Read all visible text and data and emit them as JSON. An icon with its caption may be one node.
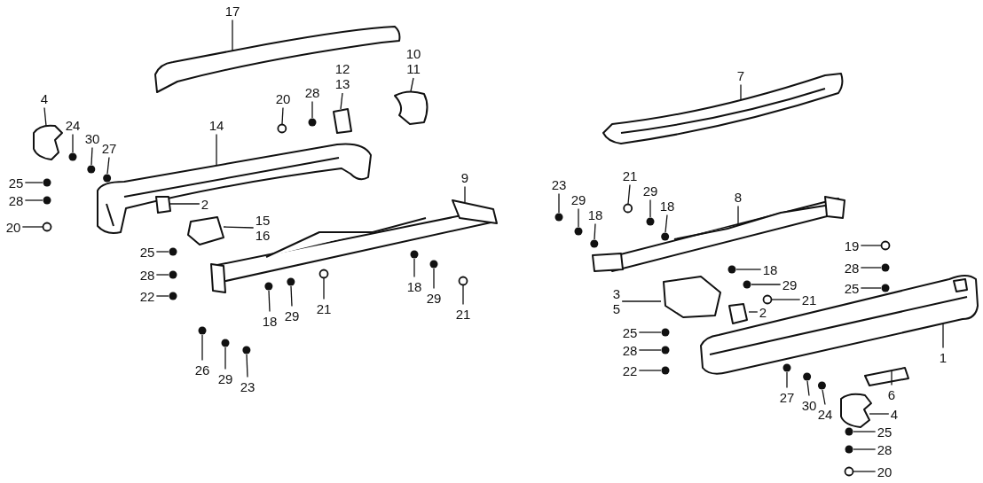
{
  "diagram": {
    "nodes": [
      {
        "text": [
          "17"
        ]
      },
      {
        "text": [
          "10",
          "11"
        ]
      },
      {
        "text": [
          "12",
          "13"
        ]
      },
      {
        "text": [
          "20"
        ]
      },
      {
        "text": [
          "28"
        ]
      },
      {
        "text": [
          "4"
        ]
      },
      {
        "text": [
          "24"
        ]
      },
      {
        "text": [
          "30"
        ]
      },
      {
        "text": [
          "27"
        ]
      },
      {
        "text": [
          "14"
        ]
      },
      {
        "text": [
          "7"
        ]
      },
      {
        "text": [
          "25"
        ]
      },
      {
        "text": [
          "28"
        ]
      },
      {
        "text": [
          "20"
        ]
      },
      {
        "text": [
          "2"
        ]
      },
      {
        "text": [
          "15",
          "16"
        ]
      },
      {
        "text": [
          "9"
        ]
      },
      {
        "text": [
          "23"
        ]
      },
      {
        "text": [
          "29"
        ]
      },
      {
        "text": [
          "18"
        ]
      },
      {
        "text": [
          "21"
        ]
      },
      {
        "text": [
          "29"
        ]
      },
      {
        "text": [
          "18"
        ]
      },
      {
        "text": [
          "8"
        ]
      },
      {
        "text": [
          "19"
        ]
      },
      {
        "text": [
          "28"
        ]
      },
      {
        "text": [
          "25"
        ]
      },
      {
        "text": [
          "25"
        ]
      },
      {
        "text": [
          "28"
        ]
      },
      {
        "text": [
          "22"
        ]
      },
      {
        "text": [
          "18"
        ]
      },
      {
        "text": [
          "29"
        ]
      },
      {
        "text": [
          "21"
        ]
      },
      {
        "text": [
          "3",
          "5"
        ]
      },
      {
        "text": [
          "2"
        ]
      },
      {
        "text": [
          "25"
        ]
      },
      {
        "text": [
          "28"
        ]
      },
      {
        "text": [
          "22"
        ]
      },
      {
        "text": [
          "18"
        ]
      },
      {
        "text": [
          "29"
        ]
      },
      {
        "text": [
          "21"
        ]
      },
      {
        "text": [
          "18"
        ]
      },
      {
        "text": [
          "29"
        ]
      },
      {
        "text": [
          "21"
        ]
      },
      {
        "text": [
          "1"
        ]
      },
      {
        "text": [
          "6"
        ]
      },
      {
        "text": [
          "26"
        ]
      },
      {
        "text": [
          "29"
        ]
      },
      {
        "text": [
          "23"
        ]
      },
      {
        "text": [
          "27"
        ]
      },
      {
        "text": [
          "30"
        ]
      },
      {
        "text": [
          "24"
        ]
      },
      {
        "text": [
          "4"
        ]
      },
      {
        "text": [
          "25"
        ]
      },
      {
        "text": [
          "28"
        ]
      },
      {
        "text": [
          "20"
        ]
      },
      {
        "text": [],
        "shape": "picture"
      },
      {
        "text": [],
        "shape": "picture"
      },
      {
        "text": [],
        "shape": "box"
      },
      {
        "text": [],
        "shape": "bolt"
      },
      {
        "text": [],
        "shape": "circle"
      },
      {
        "text": [],
        "shape": "picture"
      },
      {
        "text": [],
        "shape": "circle"
      },
      {
        "text": [],
        "shape": "circle"
      },
      {
        "text": [],
        "shape": "circle"
      },
      {
        "text": [],
        "shape": "picture"
      },
      {
        "text": [],
        "shape": "picture"
      },
      {
        "text": [],
        "shape": "circle"
      },
      {
        "text": [],
        "shape": "circle"
      },
      {
        "text": [],
        "shape": "bolt"
      },
      {
        "text": [],
        "shape": "picture"
      },
      {
        "text": [],
        "shape": "picture"
      },
      {
        "text": [],
        "shape": "picture"
      },
      {
        "text": [],
        "shape": "circle"
      },
      {
        "text": [],
        "shape": "circle"
      },
      {
        "text": [],
        "shape": "circle"
      },
      {
        "text": [],
        "shape": "bolt"
      },
      {
        "text": [],
        "shape": "circle"
      },
      {
        "text": [],
        "shape": "circle"
      },
      {
        "text": [],
        "shape": "picture"
      },
      {
        "text": [],
        "shape": "bolt"
      },
      {
        "text": [],
        "shape": "circle"
      },
      {
        "text": [],
        "shape": "circle"
      },
      {
        "text": [],
        "shape": "circle"
      },
      {
        "text": [],
        "shape": "circle"
      },
      {
        "text": [],
        "shape": "circle"
      },
      {
        "text": [],
        "shape": "circle"
      },
      {
        "text": [],
        "shape": "circle"
      },
      {
        "text": [],
        "shape": "bolt"
      },
      {
        "text": [],
        "shape": "picture"
      },
      {
        "text": [],
        "shape": "box"
      },
      {
        "text": [],
        "shape": "circle"
      },
      {
        "text": [],
        "shape": "circle"
      },
      {
        "text": [],
        "shape": "circle"
      },
      {
        "text": [],
        "shape": "circle"
      },
      {
        "text": [],
        "shape": "circle"
      },
      {
        "text": [],
        "shape": "bolt"
      },
      {
        "text": [],
        "shape": "circle"
      },
      {
        "text": [],
        "shape": "circle"
      },
      {
        "text": [],
        "shape": "bolt"
      },
      {
        "text": [],
        "shape": "picture"
      },
      {
        "text": [],
        "shape": "picture"
      },
      {
        "text": [],
        "shape": "circle"
      },
      {
        "text": [],
        "shape": "circle"
      },
      {
        "text": [],
        "shape": "circle"
      },
      {
        "text": [],
        "shape": "circle"
      },
      {
        "text": [],
        "shape": "circle"
      },
      {
        "text": [],
        "shape": "circle"
      },
      {
        "text": [],
        "shape": "picture"
      },
      {
        "text": [],
        "shape": "circle"
      },
      {
        "text": [],
        "shape": "circle"
      },
      {
        "text": [],
        "shape": "bolt"
      }
    ],
    "edges": [
      {
        "from": 0,
        "to": 56,
        "arrow": "none"
      },
      {
        "from": 1,
        "to": 57,
        "arrow": "none"
      },
      {
        "from": 2,
        "to": 58,
        "arrow": "none"
      },
      {
        "from": 3,
        "to": 59,
        "arrow": "none"
      },
      {
        "from": 4,
        "to": 60,
        "arrow": "none"
      },
      {
        "from": 5,
        "to": 61,
        "arrow": "none"
      },
      {
        "from": 6,
        "to": 62,
        "arrow": "none"
      },
      {
        "from": 7,
        "to": 63,
        "arrow": "none"
      },
      {
        "from": 8,
        "to": 64,
        "arrow": "none"
      },
      {
        "from": 9,
        "to": 65,
        "arrow": "none"
      },
      {
        "from": 10,
        "to": 66,
        "arrow": "none"
      },
      {
        "from": 11,
        "to": 67,
        "arrow": "none"
      },
      {
        "from": 12,
        "to": 68,
        "arrow": "none"
      },
      {
        "from": 13,
        "to": 69,
        "arrow": "none"
      },
      {
        "from": 14,
        "to": 70,
        "arrow": "none"
      },
      {
        "from": 15,
        "to": 71,
        "arrow": "none"
      },
      {
        "from": 16,
        "to": 72,
        "arrow": "none"
      },
      {
        "from": 17,
        "to": 73,
        "arrow": "none"
      },
      {
        "from": 18,
        "to": 74,
        "arrow": "none"
      },
      {
        "from": 19,
        "to": 75,
        "arrow": "none"
      },
      {
        "from": 20,
        "to": 76,
        "arrow": "none"
      },
      {
        "from": 21,
        "to": 77,
        "arrow": "none"
      },
      {
        "from": 22,
        "to": 78,
        "arrow": "none"
      },
      {
        "from": 23,
        "to": 79,
        "arrow": "none"
      },
      {
        "from": 24,
        "to": 80,
        "arrow": "none"
      },
      {
        "from": 25,
        "to": 81,
        "arrow": "none"
      },
      {
        "from": 26,
        "to": 82,
        "arrow": "none"
      },
      {
        "from": 27,
        "to": 83,
        "arrow": "none"
      },
      {
        "from": 28,
        "to": 84,
        "arrow": "none"
      },
      {
        "from": 29,
        "to": 85,
        "arrow": "none"
      },
      {
        "from": 30,
        "to": 86,
        "arrow": "none"
      },
      {
        "from": 31,
        "to": 87,
        "arrow": "none"
      },
      {
        "from": 32,
        "to": 88,
        "arrow": "none"
      },
      {
        "from": 33,
        "to": 89,
        "arrow": "none"
      },
      {
        "from": 34,
        "to": 90,
        "arrow": "none"
      },
      {
        "from": 35,
        "to": 91,
        "arrow": "none"
      },
      {
        "from": 36,
        "to": 92,
        "arrow": "none"
      },
      {
        "from": 37,
        "to": 93,
        "arrow": "none"
      },
      {
        "from": 38,
        "to": 94,
        "arrow": "none"
      },
      {
        "from": 39,
        "to": 95,
        "arrow": "none"
      },
      {
        "from": 40,
        "to": 96,
        "arrow": "none"
      },
      {
        "from": 41,
        "to": 97,
        "arrow": "none"
      },
      {
        "from": 42,
        "to": 98,
        "arrow": "none"
      },
      {
        "from": 43,
        "to": 99,
        "arrow": "none"
      },
      {
        "from": 44,
        "to": 100,
        "arrow": "none"
      },
      {
        "from": 45,
        "to": 101,
        "arrow": "none"
      },
      {
        "from": 46,
        "to": 102,
        "arrow": "none"
      },
      {
        "from": 47,
        "to": 103,
        "arrow": "none"
      },
      {
        "from": 48,
        "to": 104,
        "arrow": "none"
      },
      {
        "from": 49,
        "to": 105,
        "arrow": "none"
      },
      {
        "from": 50,
        "to": 106,
        "arrow": "none"
      },
      {
        "from": 51,
        "to": 107,
        "arrow": "none"
      },
      {
        "from": 52,
        "to": 108,
        "arrow": "none"
      },
      {
        "from": 53,
        "to": 109,
        "arrow": "none"
      },
      {
        "from": 54,
        "to": 110,
        "arrow": "none"
      },
      {
        "from": 55,
        "to": 111,
        "arrow": "none"
      }
    ]
  }
}
